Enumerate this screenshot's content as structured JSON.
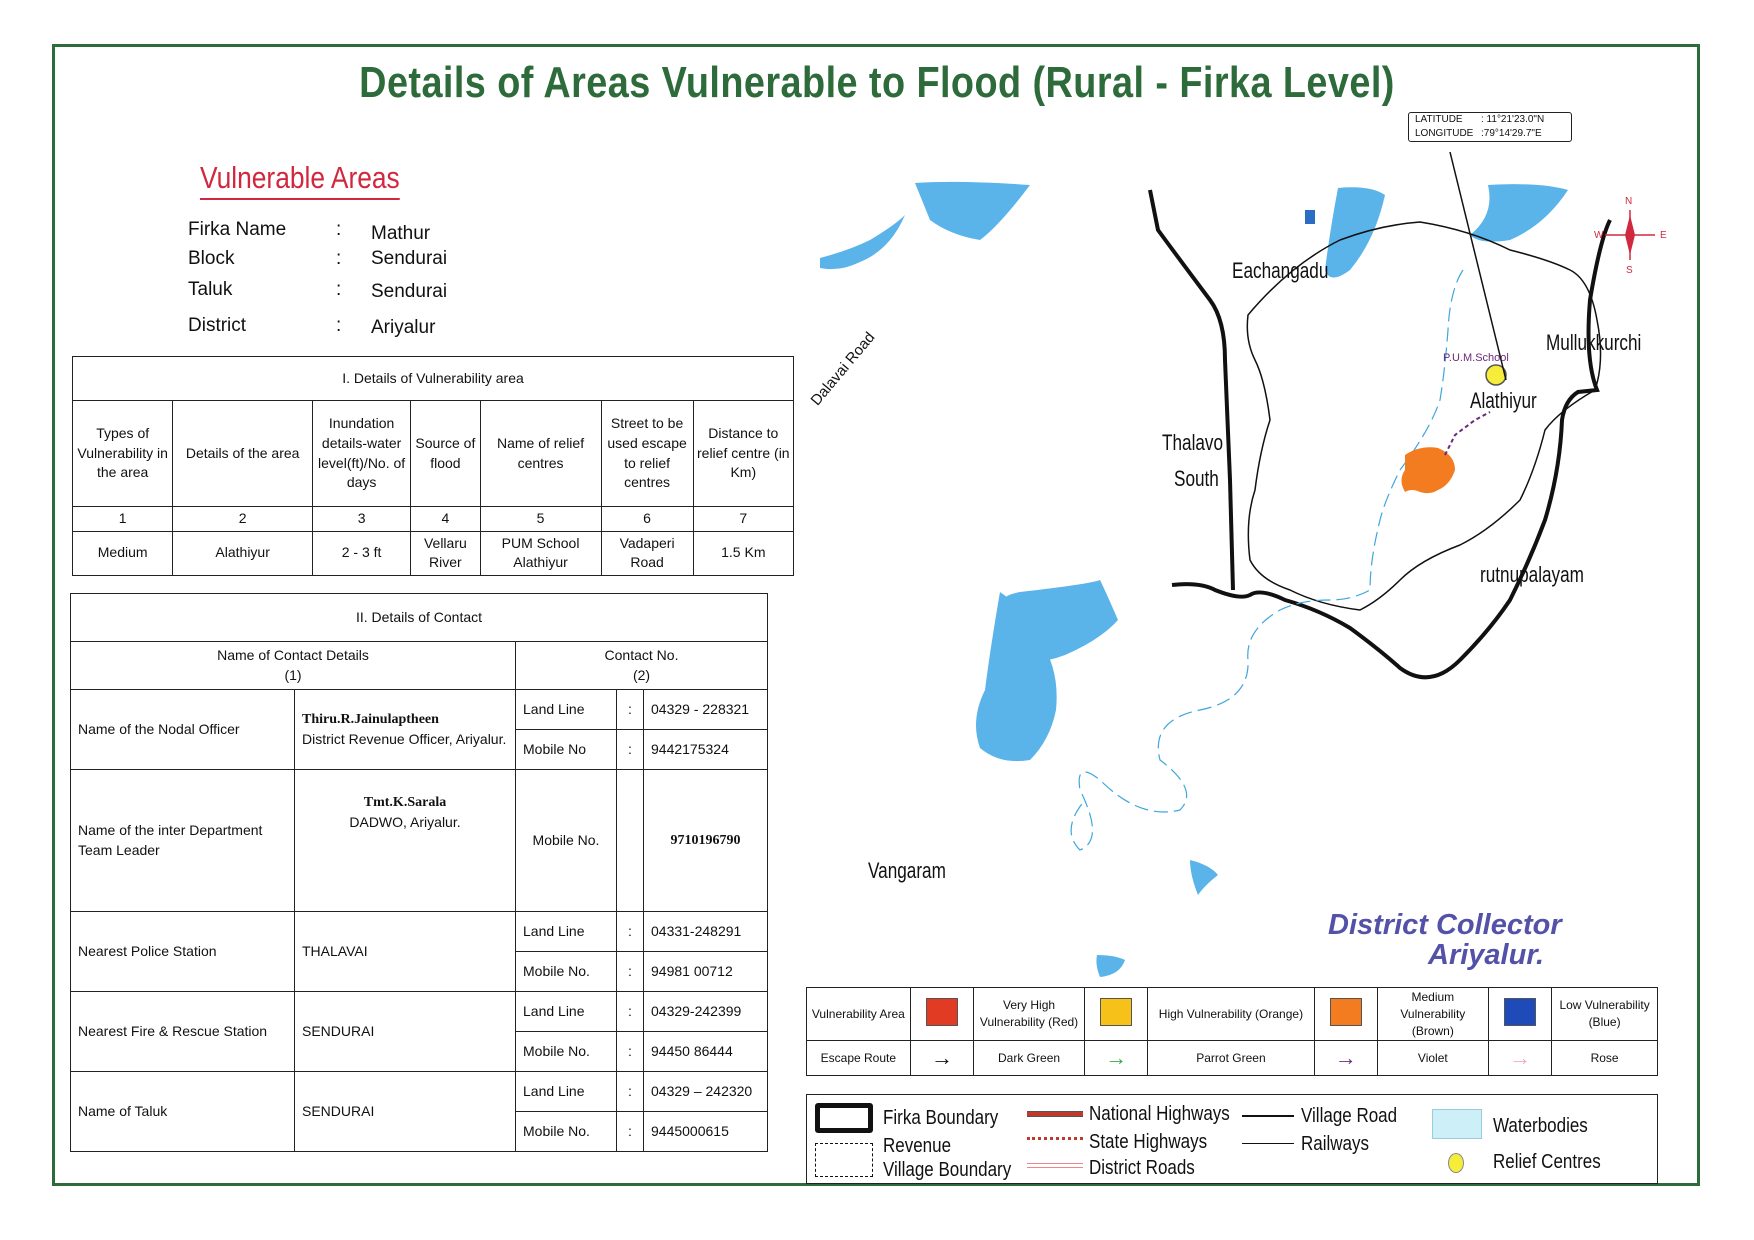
{
  "title": "Details of Areas Vulnerable to Flood (Rural - Firka Level)",
  "vulnerable_heading": "Vulnerable  Areas",
  "info": [
    {
      "label": "Firka Name",
      "value": "Mathur"
    },
    {
      "label": "Block",
      "value": "Sendurai"
    },
    {
      "label": "Taluk",
      "value": "Sendurai"
    },
    {
      "label": "District",
      "value": "Ariyalur"
    }
  ],
  "colon": ":",
  "table1": {
    "caption": "I. Details of Vulnerability area",
    "headers": [
      "Types of Vulnerability in the area",
      "Details of the area",
      "Inundation details-water level(ft)/No. of days",
      "Source of flood",
      "Name of relief centres",
      "Street to be used escape to relief centres",
      "Distance to relief centre (in Km)"
    ],
    "numbers": [
      "1",
      "2",
      "3",
      "4",
      "5",
      "6",
      "7"
    ],
    "row": [
      "Medium",
      "Alathiyur",
      "2 - 3 ft",
      "Vellaru River",
      "PUM School Alathiyur",
      "Vadaperi Road",
      "1.5 Km"
    ]
  },
  "table2": {
    "caption": "II. Details of Contact",
    "col1_header": "Name of Contact Details",
    "col1_num": "(1)",
    "col2_header": "Contact No.",
    "col2_num": "(2)",
    "rows": [
      {
        "role": "Name of the Nodal Officer",
        "name_bold": "Thiru.R.Jainulaptheen",
        "name_detail": "District Revenue Officer, Ariyalur.",
        "contacts": [
          {
            "type": "Land Line",
            "number": "04329 - 228321"
          },
          {
            "type": "Mobile No",
            "number": "9442175324"
          }
        ]
      },
      {
        "role": "Name of the inter Department Team Leader",
        "name_bold": "Tmt.K.Sarala",
        "name_detail": "DADWO, Ariyalur.",
        "contacts": [
          {
            "type": "Mobile No.",
            "number": "9710196790"
          }
        ]
      },
      {
        "role": "Nearest Police Station",
        "name_bold": "",
        "name_detail": "THALAVAI",
        "contacts": [
          {
            "type": "Land Line",
            "number": "04331-248291"
          },
          {
            "type": "Mobile No.",
            "number": "94981 00712"
          }
        ]
      },
      {
        "role": "Nearest Fire & Rescue Station",
        "name_bold": "",
        "name_detail": "SENDURAI",
        "contacts": [
          {
            "type": "Land Line",
            "number": "04329-242399"
          },
          {
            "type": "Mobile No.",
            "number": "94450 86444"
          }
        ]
      },
      {
        "role": "Name of Taluk",
        "name_bold": "",
        "name_detail": "SENDURAI",
        "contacts": [
          {
            "type": "Land Line",
            "number": "04329 – 242320"
          },
          {
            "type": "Mobile No.",
            "number": "9445000615"
          }
        ]
      }
    ]
  },
  "map": {
    "coords": {
      "lat_label": "LATITUDE",
      "lat_value": ": 11°21'23.0\"N",
      "lon_label": "LONGITUDE",
      "lon_value": ":79°14'29.7\"E"
    },
    "places": {
      "eachangadu": "Eachangadu",
      "mullukkurchi": "Mullukkurchi",
      "alathiyur": "Alathiyur",
      "thalavo": "Thalavo",
      "south": "South",
      "pudupalayam": "rutnupalayam",
      "vangaram": "Vangaram",
      "dalavai_road": "Dalavai Road",
      "pum_school": "P.U.M.School"
    },
    "compass": {
      "n": "N",
      "e": "E",
      "s": "S",
      "w": "W"
    },
    "colors": {
      "water": "#5ab4ea",
      "boundary": "#111111",
      "river": "#3ea6dc",
      "vulnerable": "#f37b20",
      "relief": "#f6ec3a",
      "route": "#6a2a7a"
    }
  },
  "stamp": {
    "line1": "District Collector",
    "line2": "Ariyalur."
  },
  "legend": {
    "row1": [
      {
        "label": "Vulnerability Area"
      },
      {
        "swatch": "#e23b24"
      },
      {
        "label": "Very High Vulnerability (Red)"
      },
      {
        "swatch": "#f6c21a"
      },
      {
        "label": "High Vulnerability (Orange)"
      },
      {
        "swatch": "#f37b20"
      },
      {
        "label": "Medium Vulnerability (Brown)"
      },
      {
        "swatch": "#1f4bb8"
      },
      {
        "label": "Low Vulnerability (Blue)"
      }
    ],
    "row2": [
      {
        "label": "Escape Route"
      },
      {
        "arrow": "#111111"
      },
      {
        "label": "Dark Green"
      },
      {
        "arrow": "#3ea84a"
      },
      {
        "label": "Parrot Green"
      },
      {
        "arrow": "#6a2a7a"
      },
      {
        "label": "Violet"
      },
      {
        "arrow": "#f2a8c8"
      },
      {
        "label": "Rose"
      }
    ],
    "lines": {
      "firka": "Firka Boundary",
      "revenue": "Revenue",
      "village_boundary": "Village Boundary",
      "nh": "National Highways",
      "sh": "State Highways",
      "dr": "District Roads",
      "village_road": "Village Road",
      "railways": "Railways",
      "waterbodies": "Waterbodies",
      "relief": "Relief Centres"
    }
  }
}
